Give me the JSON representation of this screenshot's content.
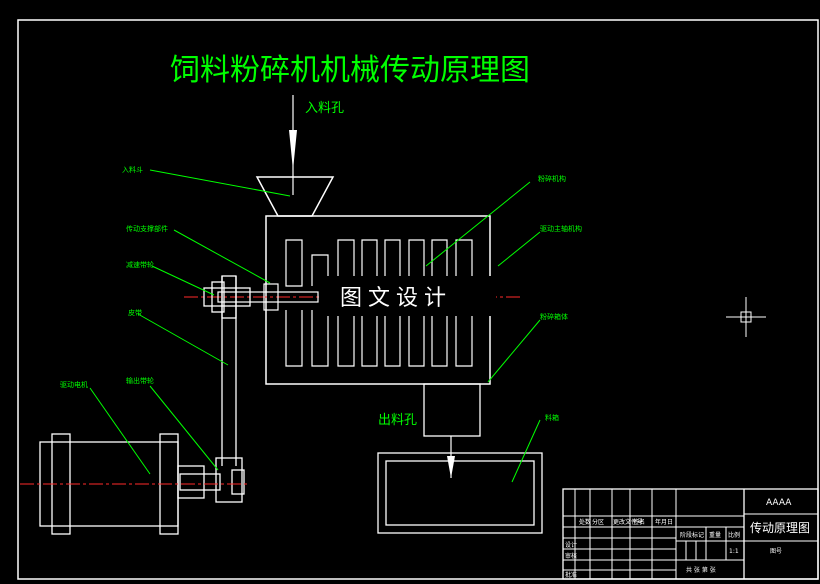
{
  "title": "饲料粉碎机机械传动原理图",
  "labels": {
    "inlet": "入料孔",
    "outlet": "出料孔",
    "hopper": "入料斗",
    "drive_support": "传动支撑部件",
    "reducer": "减速带轮",
    "belt": "皮带",
    "motor": "驱动电机",
    "output_pulley": "输出带轮",
    "crush_mech": "粉碎机构",
    "main_shaft": "驱动主轴机构",
    "housing": "粉碎箱体",
    "bin": "料箱"
  },
  "watermark": "图文设计",
  "title_block": {
    "code": "AAAA",
    "drawing_name": "传动原理图",
    "drawing_no_label": "图号",
    "header_cells": [
      "处数",
      "分区",
      "更改文件号",
      "签名",
      "年月日"
    ],
    "stage_label": "阶段标记",
    "weight_label": "重量",
    "scale_label": "比例",
    "scale_value": "1:1",
    "design_label": "设计",
    "review_label": "审核",
    "approve_label": "批准",
    "sheet_text": "共 张 第 张"
  }
}
